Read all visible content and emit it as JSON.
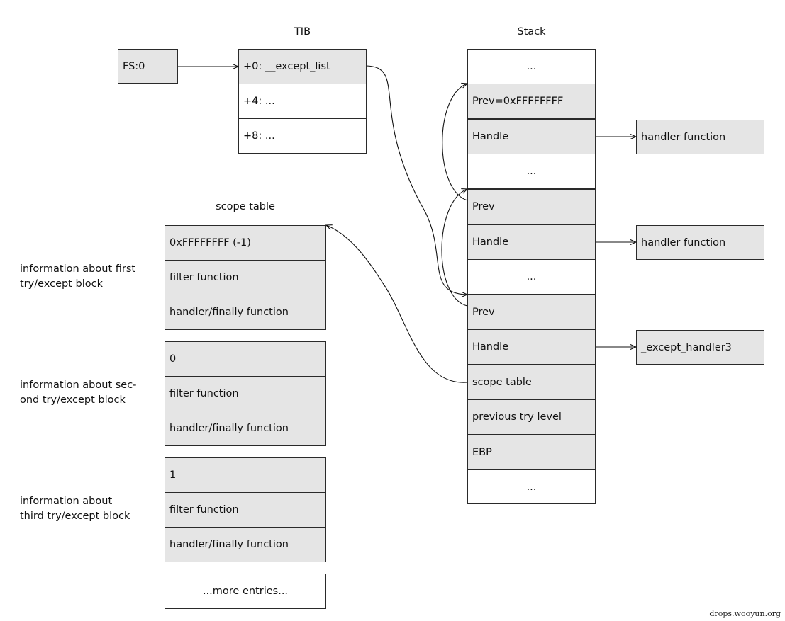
{
  "fs": {
    "label": "FS:0"
  },
  "tib": {
    "title": "TIB",
    "rows": [
      "+0:  __except_list",
      "+4:  ...",
      "+8:  ..."
    ]
  },
  "stack": {
    "title": "Stack",
    "rows": [
      "...",
      "Prev=0xFFFFFFFF",
      "Handle",
      "...",
      "Prev",
      "Handle",
      "...",
      "Prev",
      "Handle",
      "scope table",
      "previous try level",
      "EBP",
      "..."
    ]
  },
  "handlers": [
    "handler function",
    "handler function",
    "_except_handler3"
  ],
  "scope_table": {
    "title": "scope table",
    "groups": [
      {
        "label_lines": [
          "information about first",
          "try/except block"
        ],
        "rows": [
          "0xFFFFFFFF (-1)",
          "filter function",
          "handler/finally function"
        ]
      },
      {
        "label_lines": [
          "information about sec-",
          "ond try/except block"
        ],
        "rows": [
          "0",
          "filter function",
          "handler/finally function"
        ]
      },
      {
        "label_lines": [
          "information about",
          "third try/except block"
        ],
        "rows": [
          "1",
          "filter function",
          "handler/finally function"
        ]
      }
    ],
    "more": "...more entries..."
  },
  "watermark": "drops.wooyun.org"
}
